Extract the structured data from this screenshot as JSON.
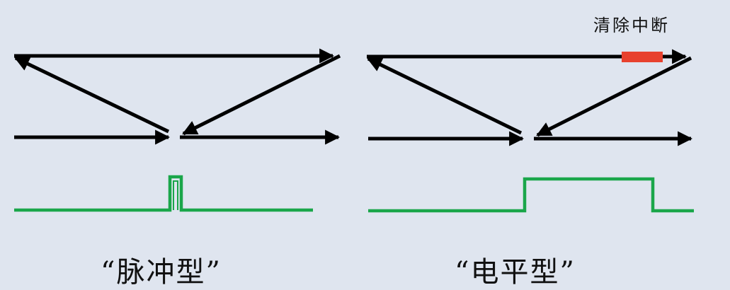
{
  "captions": {
    "pulse_type": "“脉冲型”",
    "level_type": "“电平型”"
  },
  "annotations": {
    "clear_interrupt": "清除中断"
  },
  "colors": {
    "background": "#dfe5ef",
    "arrow": "#000000",
    "signal": "#1aa64a",
    "clear_marker": "#e8412e"
  }
}
